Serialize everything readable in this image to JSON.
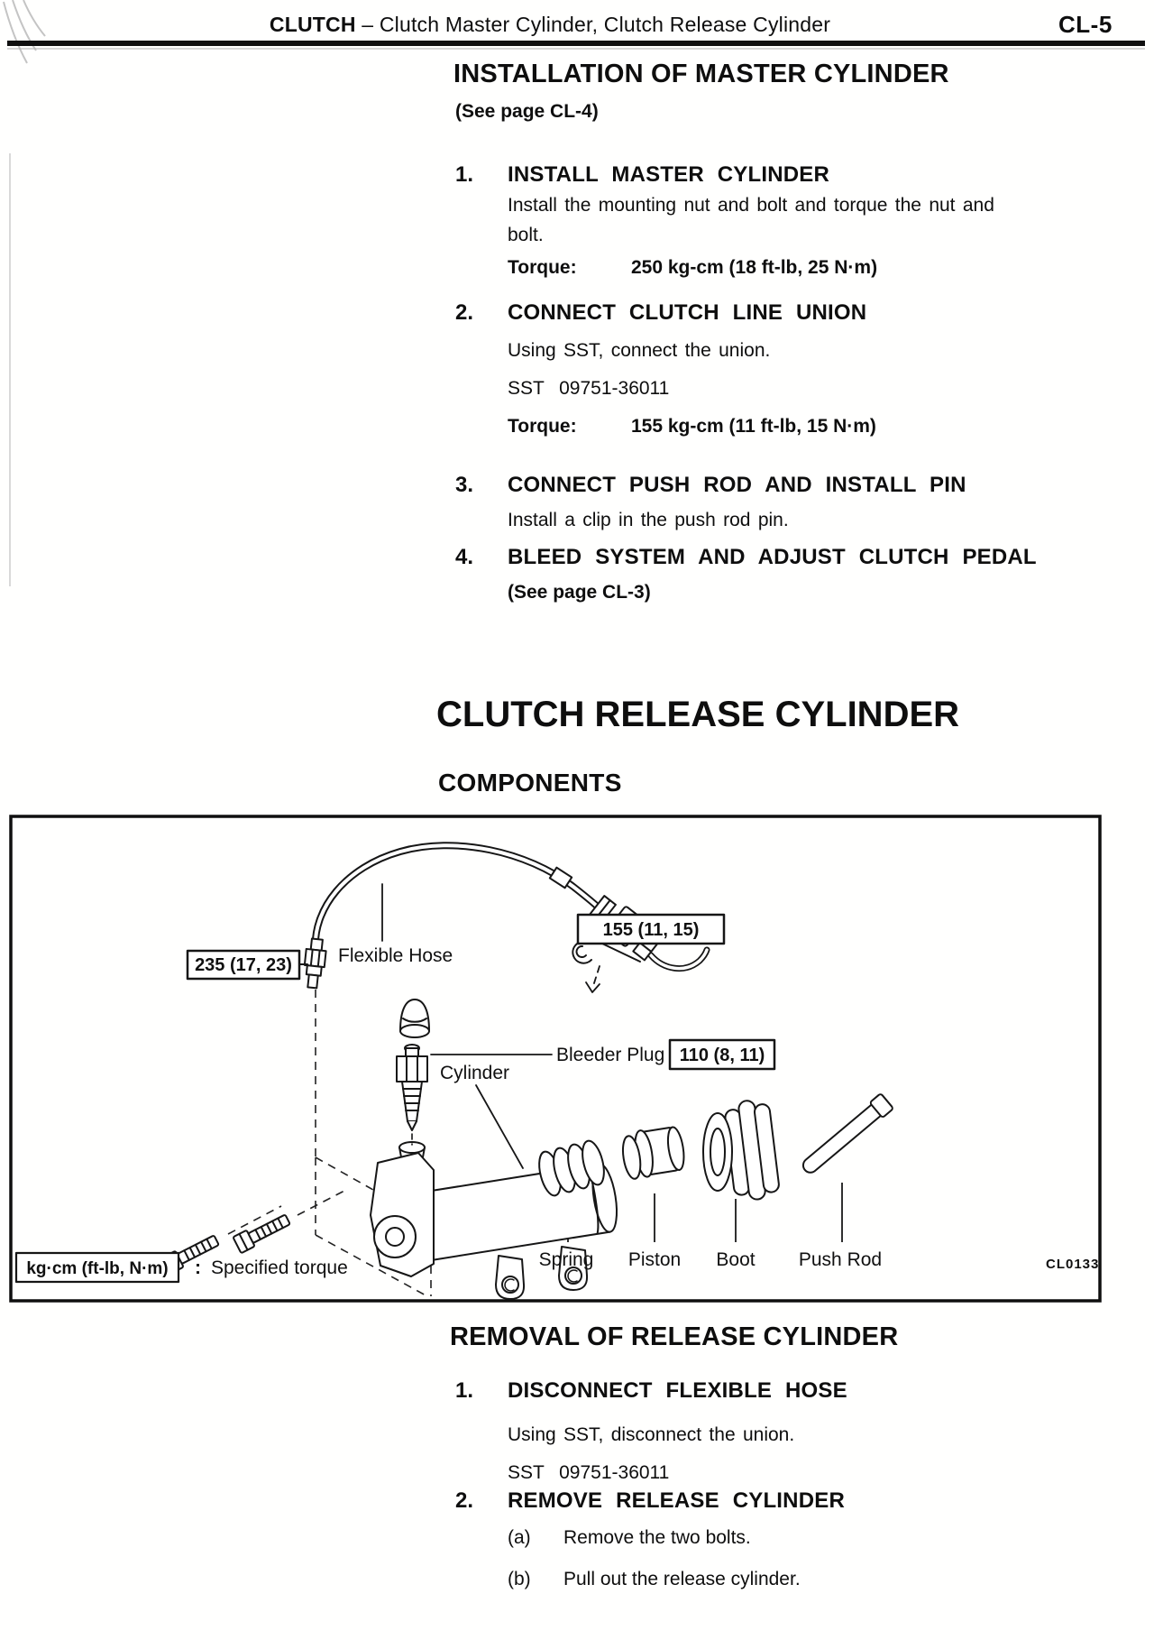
{
  "header": {
    "section": "CLUTCH",
    "subtitle": "– Clutch Master Cylinder, Clutch Release Cylinder",
    "page_number": "CL-5"
  },
  "installation": {
    "heading": "INSTALLATION OF MASTER CYLINDER",
    "see_page": "(See page CL-4)",
    "step1": {
      "num": "1.",
      "title": "INSTALL MASTER CYLINDER",
      "body_line1": "Install the mounting nut and bolt and torque the nut and",
      "body_line2": "bolt.",
      "torque_label": "Torque:",
      "torque_value": "250 kg-cm (18 ft-lb, 25 N·m)"
    },
    "step2": {
      "num": "2.",
      "title": "CONNECT CLUTCH LINE UNION",
      "body": "Using SST, connect the union.",
      "sst": "SST  09751-36011",
      "torque_label": "Torque:",
      "torque_value": "155 kg-cm (11 ft-lb, 15 N·m)"
    },
    "step3": {
      "num": "3.",
      "title": "CONNECT PUSH ROD AND INSTALL PIN",
      "body": "Install a clip in the push rod pin."
    },
    "step4": {
      "num": "4.",
      "title": "BLEED SYSTEM AND ADJUST CLUTCH PEDAL",
      "see_page": "(See page CL-3)"
    }
  },
  "release_cylinder": {
    "heading": "CLUTCH RELEASE CYLINDER",
    "subheading": "COMPONENTS"
  },
  "diagram": {
    "torque_hose": "235 (17, 23)",
    "flexible_hose": "Flexible Hose",
    "torque_union": "155 (11, 15)",
    "bleeder_plug": "Bleeder Plug",
    "torque_bleeder": "110 (8, 11)",
    "cylinder": "Cylinder",
    "spring": "Spring",
    "piston": "Piston",
    "boot": "Boot",
    "push_rod": "Push Rod",
    "legend_box": "kg·cm (ft-lb, N·m)",
    "legend_separator": ":",
    "legend_text": "Specified torque",
    "figure_code": "CL0133"
  },
  "removal": {
    "heading": "REMOVAL OF RELEASE CYLINDER",
    "step1": {
      "num": "1.",
      "title": "DISCONNECT FLEXIBLE HOSE",
      "body": "Using SST, disconnect the union.",
      "sst": "SST  09751-36011"
    },
    "step2": {
      "num": "2.",
      "title": "REMOVE RELEASE CYLINDER",
      "a_label": "(a)",
      "a_text": "Remove the two bolts.",
      "b_label": "(b)",
      "b_text": "Pull out the release cylinder."
    }
  }
}
